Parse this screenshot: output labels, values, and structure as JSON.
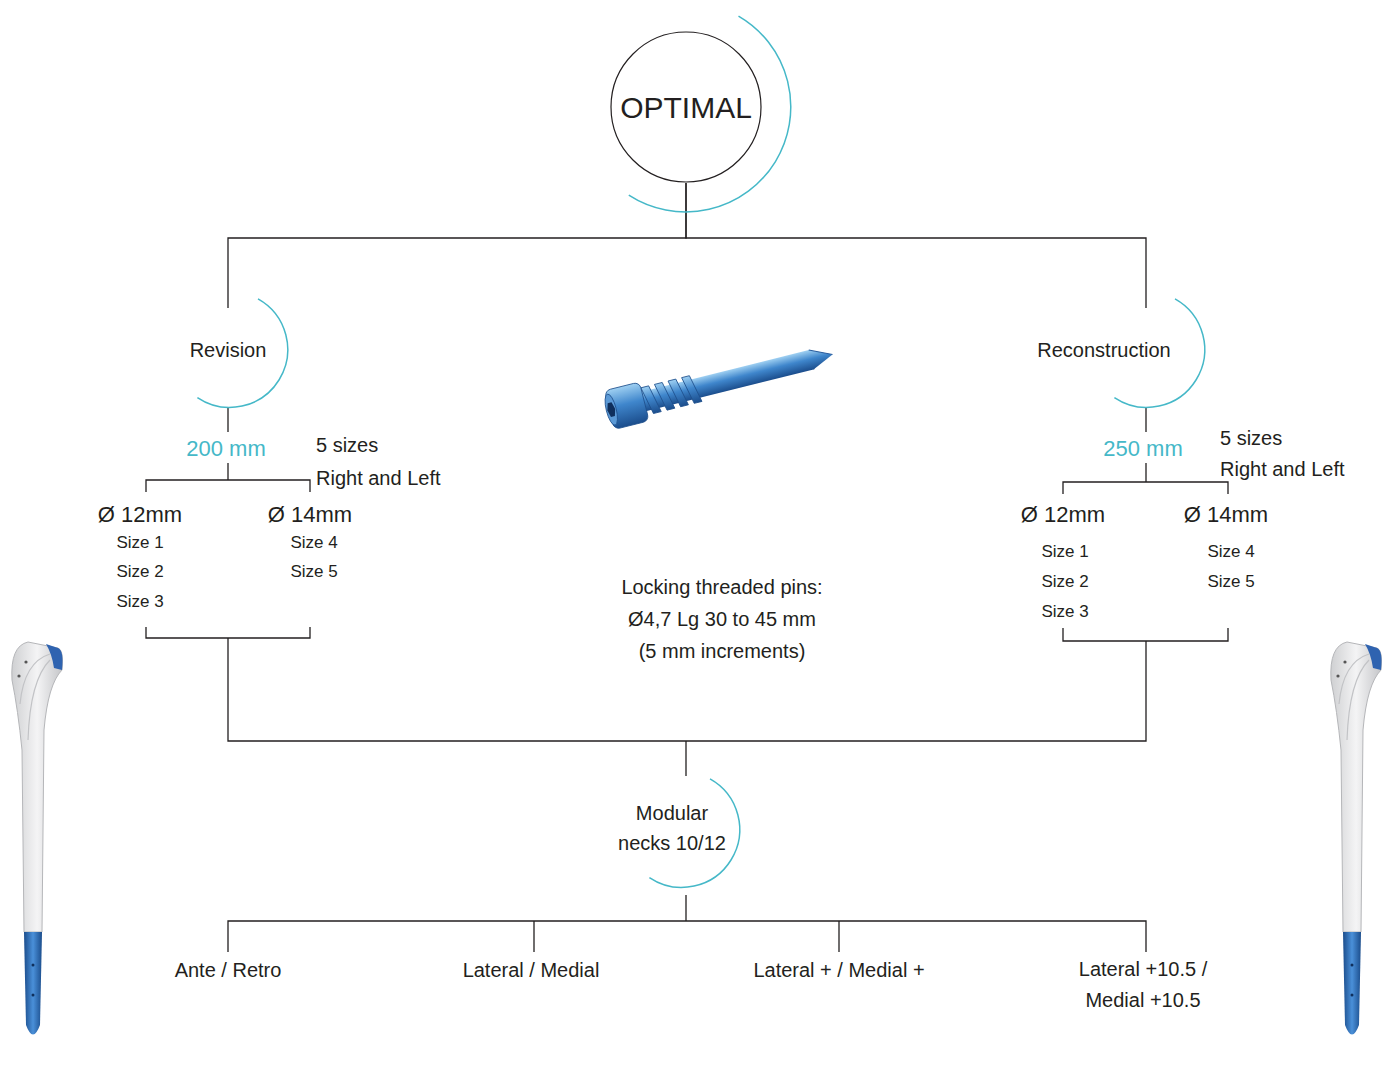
{
  "diagram": {
    "nodes": [
      {
        "text": [
          "OPTIMAL"
        ]
      },
      {
        "text": [
          "Revision"
        ]
      },
      {
        "text": [
          "Reconstruction"
        ]
      },
      {
        "text": [
          "Modular necks 10/12"
        ]
      }
    ],
    "edges": [
      {
        "from": 0,
        "to": 1,
        "arrow": "none"
      },
      {
        "from": 0,
        "to": 2,
        "arrow": "none"
      }
    ],
    "labels": [
      "200 mm",
      "5 sizes",
      "Right and Left",
      "Ø 12mm",
      "Ø 14mm",
      "Size 1",
      "Size 2",
      "Size 3",
      "Size 4",
      "Size 5",
      "Locking threaded pins: Ø4,7 Lg 30 to 45 mm (5 mm increments)",
      "250 mm",
      "5 sizes",
      "Right and Left",
      "Ø 12mm",
      "Ø 14mm",
      "Size 1",
      "Size 2",
      "Size 3",
      "Size 4",
      "Size 5",
      "Ante / Retro",
      "Lateral / Medial",
      "Lateral + / Medial +",
      "Lateral +10.5 / Medial +10.5"
    ]
  }
}
